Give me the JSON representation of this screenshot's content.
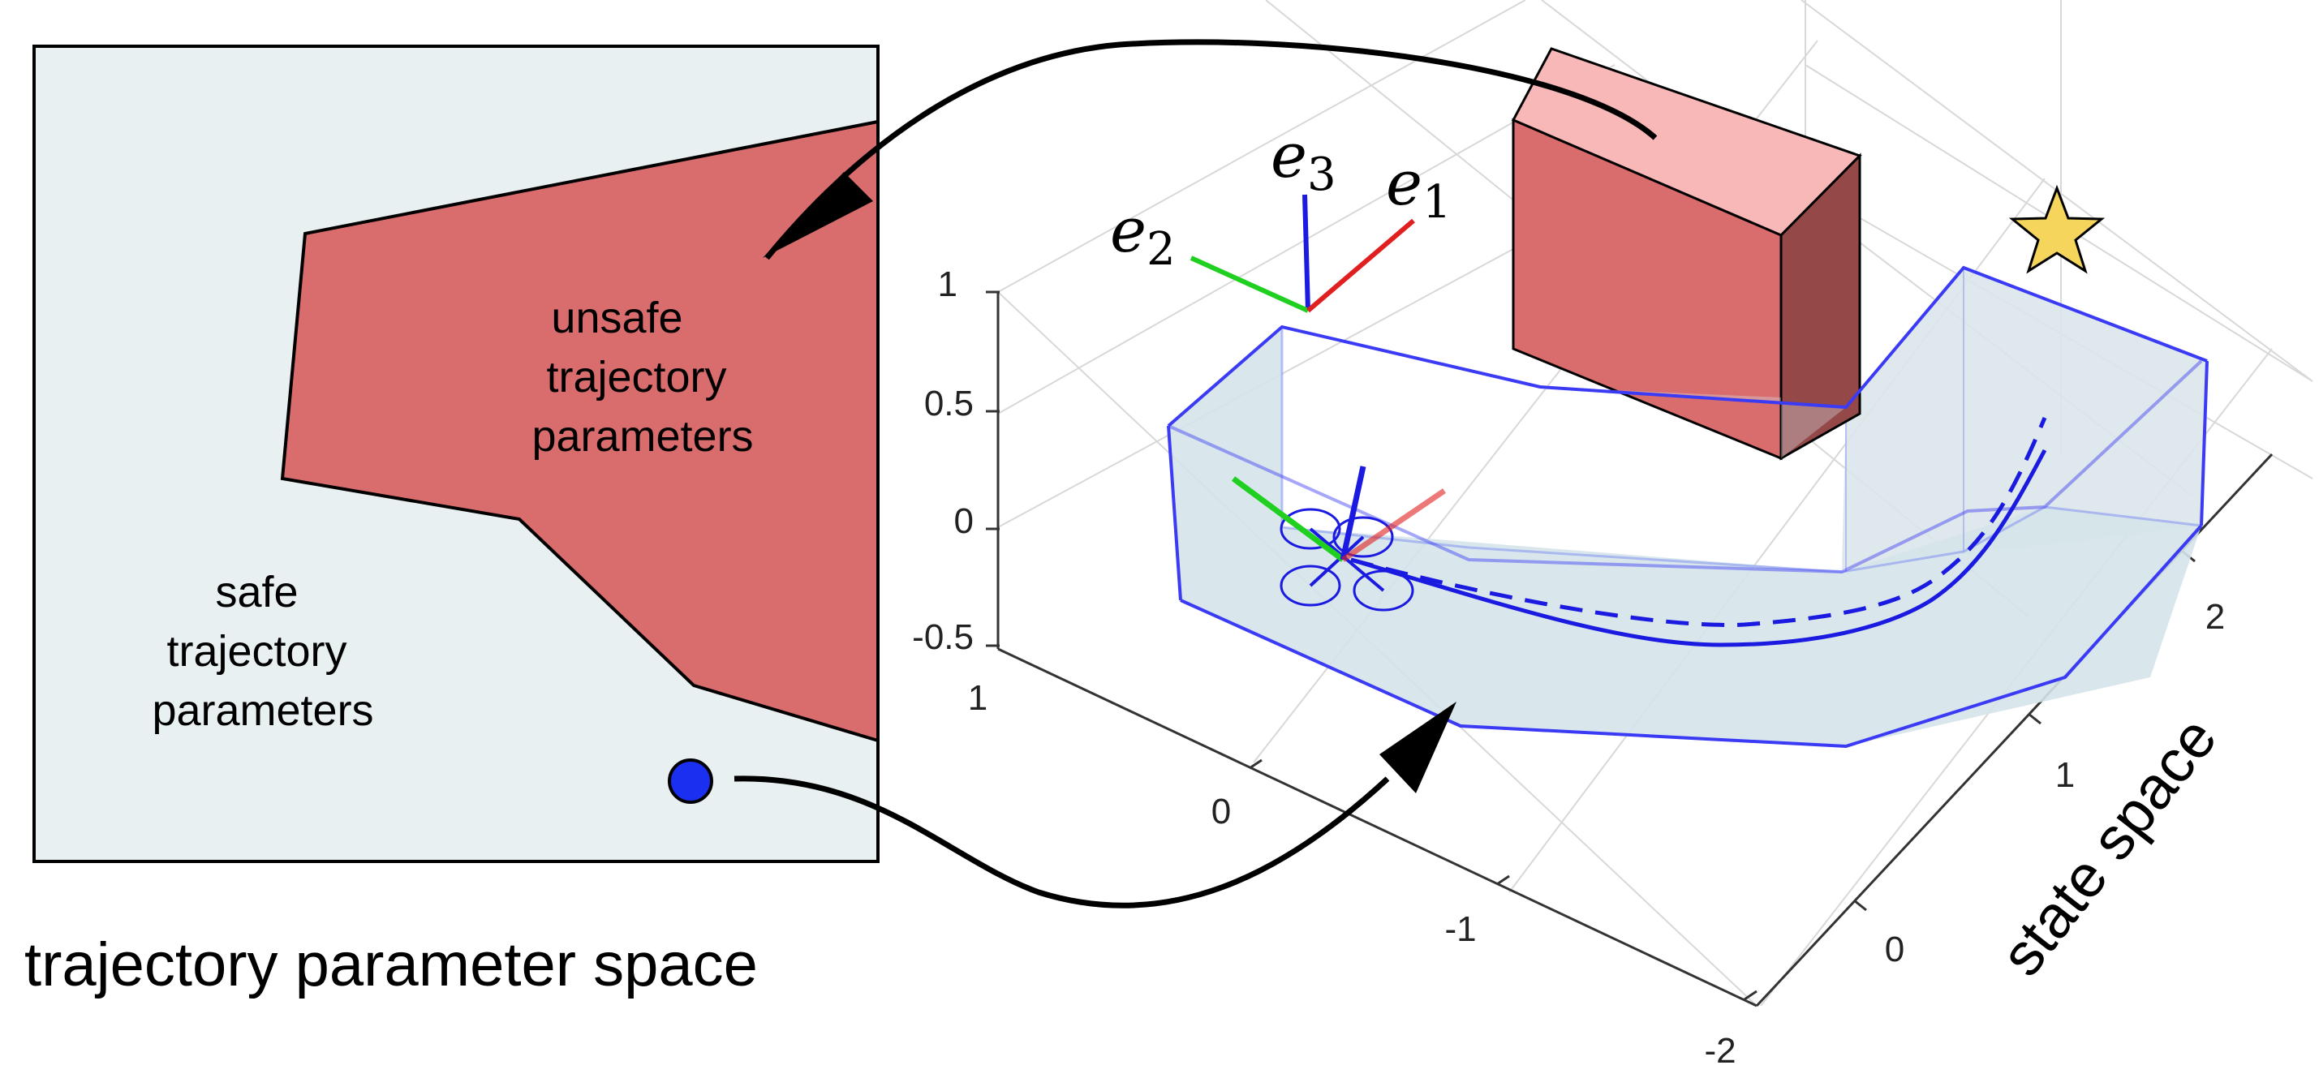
{
  "param_space": {
    "title": "trajectory parameter space",
    "unsafe_label": [
      "unsafe",
      "trajectory",
      "parameters"
    ],
    "safe_label": [
      "safe",
      "trajectory",
      "parameters"
    ]
  },
  "state_space": {
    "axis_label": "state space",
    "z_ticks": [
      "1",
      "0.5",
      "0",
      "-0.5"
    ],
    "x_ticks": [
      "1",
      "0",
      "-1",
      "-2"
    ],
    "y_ticks": [
      "0",
      "1",
      "2"
    ],
    "frame_labels": {
      "e1": {
        "base": "e",
        "sub": "1"
      },
      "e2": {
        "base": "e",
        "sub": "2"
      },
      "e3": {
        "base": "e",
        "sub": "3"
      }
    }
  },
  "colors": {
    "unsafe_fill": "#d96c6c",
    "safe_fill": "#e8f0f1",
    "tube_stroke": "#3b3bf5",
    "obstacle_front": "#d96c6c",
    "obstacle_top": "#f8b8b8",
    "obstacle_side": "#944848",
    "goal_star": "#f5d55c",
    "param_dot": "#1a2ff0",
    "e1_axis": "#e02020",
    "e2_axis": "#20d020",
    "e3_axis": "#1a1ae0"
  }
}
